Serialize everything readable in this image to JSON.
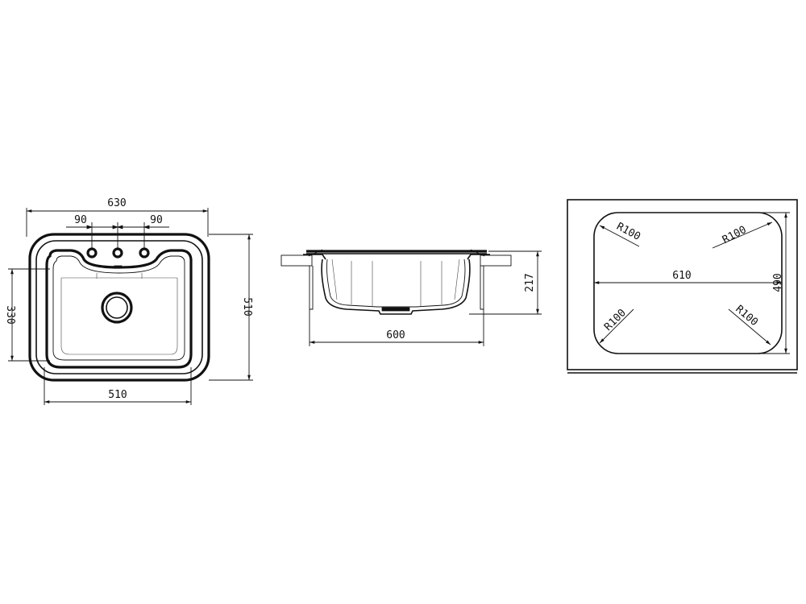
{
  "views": {
    "top": {
      "overall_width": "630",
      "tap_spacing_left": "90",
      "tap_spacing_right": "90",
      "bowl_width": "510",
      "overall_depth": "510",
      "bowl_depth": "330"
    },
    "section": {
      "width": "600",
      "height": "217"
    },
    "cutout": {
      "width": "610",
      "depth": "490",
      "radius_top_left": "R100",
      "radius_top_right": "R100",
      "radius_bottom_left": "R100",
      "radius_bottom_right": "R100"
    }
  },
  "colors": {
    "line": "#111111",
    "background": "#ffffff"
  }
}
